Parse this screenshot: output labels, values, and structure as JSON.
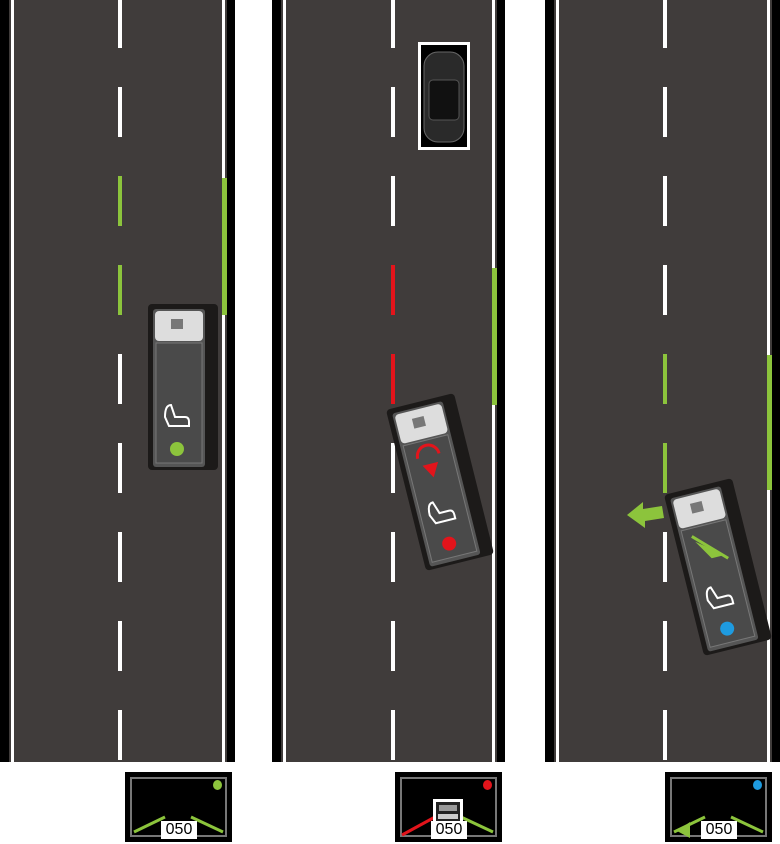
{
  "scenes": [
    {
      "label": "scene-1",
      "indicator_color": "#8cc43c",
      "speed": "050",
      "left_line_color": "#8cc43c",
      "right_line_color": "#8cc43c"
    },
    {
      "label": "scene-2",
      "indicator_color": "#e3141b",
      "speed": "050",
      "left_line_color": "#e3141b",
      "right_line_color": "#8cc43c"
    },
    {
      "label": "scene-3",
      "indicator_color": "#1e9be0",
      "speed": "050",
      "left_line_color": "#8cc43c",
      "right_line_color": "#8cc43c"
    }
  ],
  "colors": {
    "road": "#403c3b",
    "green": "#8cc43c",
    "red": "#e3141b",
    "blue": "#1e9be0"
  }
}
